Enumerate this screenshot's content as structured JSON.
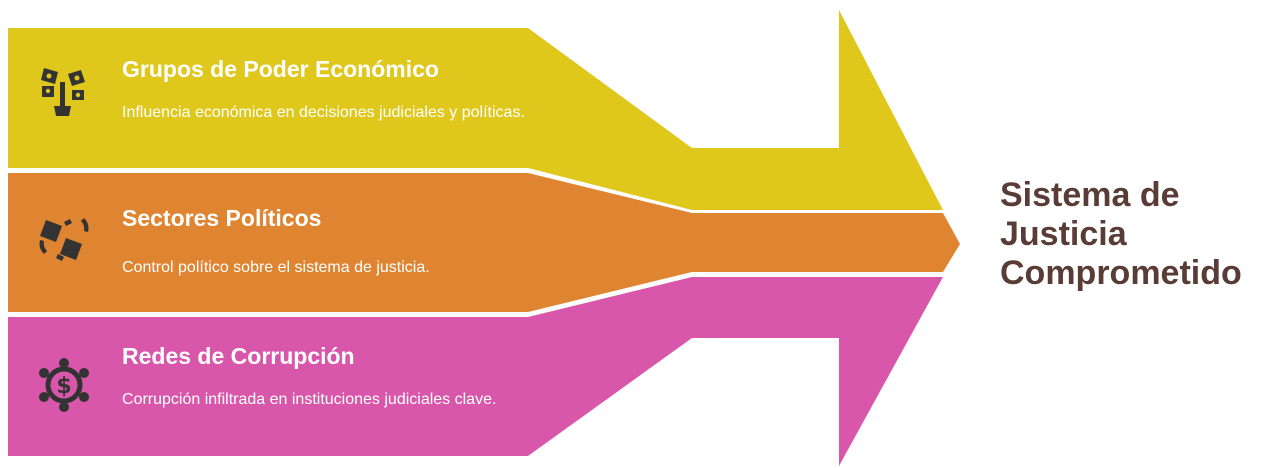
{
  "bands": [
    {
      "title": "Grupos de Poder Económico",
      "description": "Influencia económica en decisiones judiciales y políticas.",
      "icon": "plant-with-money-icon",
      "color": "#dfc81b"
    },
    {
      "title": "Sectores Políticos",
      "description": "Control político sobre el sistema de justicia.",
      "icon": "handshake-icon",
      "color": "#df8430"
    },
    {
      "title": "Redes de Corrupción",
      "description": "Corrupción infiltrada en instituciones judiciales clave.",
      "icon": "dollar-network-icon",
      "color": "#d957ab"
    }
  ],
  "result": {
    "lines": [
      "Sistema de",
      "Justicia",
      "Comprometido"
    ],
    "color": "#5a3c36"
  },
  "icon_color": "#333333"
}
